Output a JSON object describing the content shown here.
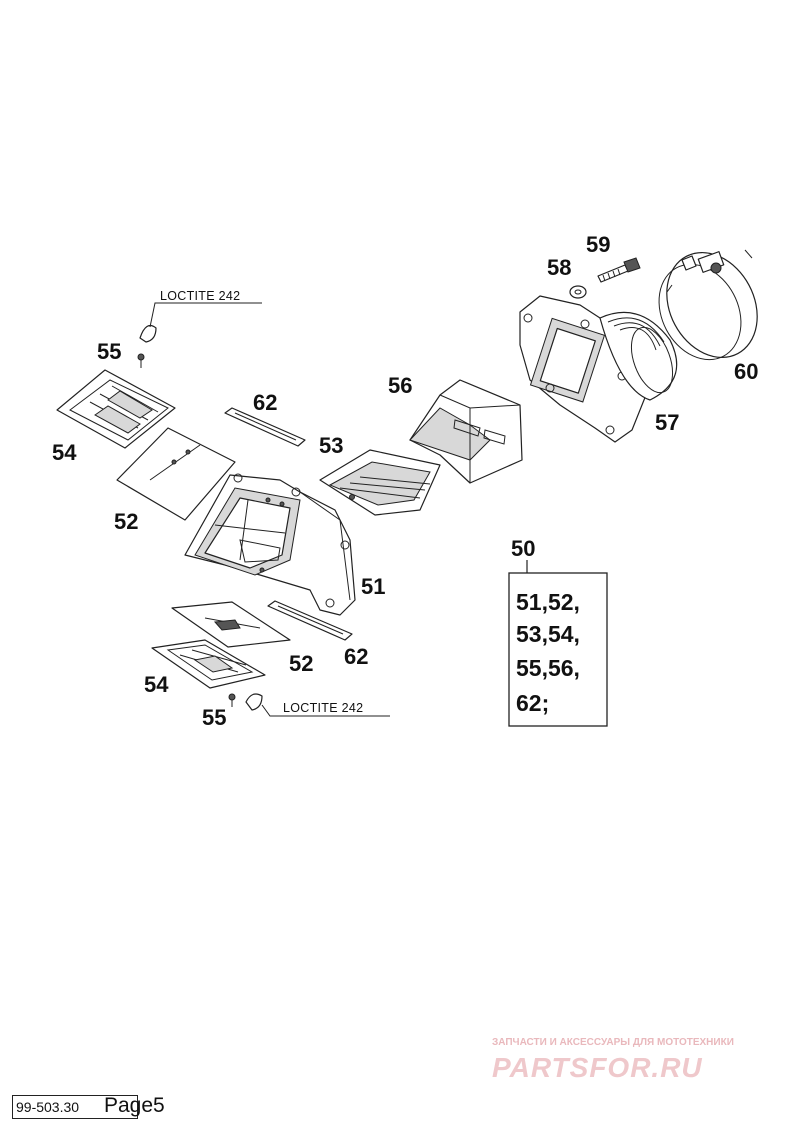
{
  "callouts": [
    {
      "id": "c50",
      "label": "50"
    },
    {
      "id": "c51",
      "label": "51"
    },
    {
      "id": "c52a",
      "label": "52"
    },
    {
      "id": "c52b",
      "label": "52"
    },
    {
      "id": "c53",
      "label": "53"
    },
    {
      "id": "c54a",
      "label": "54"
    },
    {
      "id": "c54b",
      "label": "54"
    },
    {
      "id": "c55a",
      "label": "55"
    },
    {
      "id": "c55b",
      "label": "55"
    },
    {
      "id": "c56",
      "label": "56"
    },
    {
      "id": "c57",
      "label": "57"
    },
    {
      "id": "c58",
      "label": "58"
    },
    {
      "id": "c59",
      "label": "59"
    },
    {
      "id": "c60",
      "label": "60"
    },
    {
      "id": "c62a",
      "label": "62"
    },
    {
      "id": "c62b",
      "label": "62"
    }
  ],
  "notes": {
    "loctite_top": "LOCTITE 242",
    "loctite_bottom": "LOCTITE 242"
  },
  "kit": {
    "lines": [
      "51,52,",
      "53,54,",
      "55,56,",
      "62;"
    ]
  },
  "footer": {
    "code": "99-503.30",
    "page": "Page5"
  },
  "watermark": {
    "tagline": "ЗАПЧАСТИ И АКСЕССУАРЫ ДЛЯ МОТОТЕХНИКИ",
    "logo": "PARTSFOR.RU",
    "color": "#e9b8bc"
  }
}
